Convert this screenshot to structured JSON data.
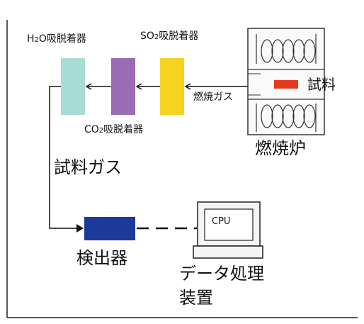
{
  "labels": {
    "h2o_absorber": {
      "pre": "H",
      "sub": "2",
      "post": "O吸脱着器"
    },
    "so2_absorber": {
      "pre": "SO",
      "sub": "2",
      "post": "吸脱着器"
    },
    "co2_absorber": {
      "pre": "CO",
      "sub": "2",
      "post": "吸脱着器"
    },
    "combustion_gas": "燃焼ガス",
    "sample": "試料",
    "furnace": "燃焼炉",
    "sample_gas": "試料ガス",
    "detector": "検出器",
    "cpu": "CPU",
    "data_processor_line1": "データ処理",
    "data_processor_line2": "装置"
  },
  "colors": {
    "h2o_absorber": "#a8dcd6",
    "co2_absorber": "#9a6cb4",
    "so2_absorber": "#f5d320",
    "detector": "#1b3a9a",
    "sample": "#e53a1e",
    "line": "#111111",
    "frame": "#222222"
  }
}
